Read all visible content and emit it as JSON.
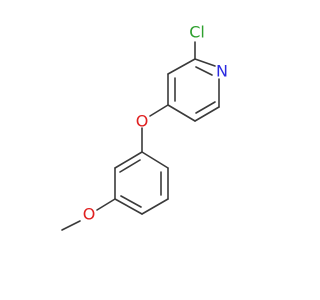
{
  "molecule": {
    "atoms": {
      "chlorine": {
        "label": "Cl",
        "color": "#2ea02e"
      },
      "nitrogen": {
        "label": "N",
        "color": "#2a2ae0"
      },
      "ether_oxygen": {
        "label": "O",
        "color": "#e02020"
      },
      "methoxy_oxygen": {
        "label": "O",
        "color": "#e02020"
      }
    },
    "bond_color": "#3a3a3a"
  }
}
